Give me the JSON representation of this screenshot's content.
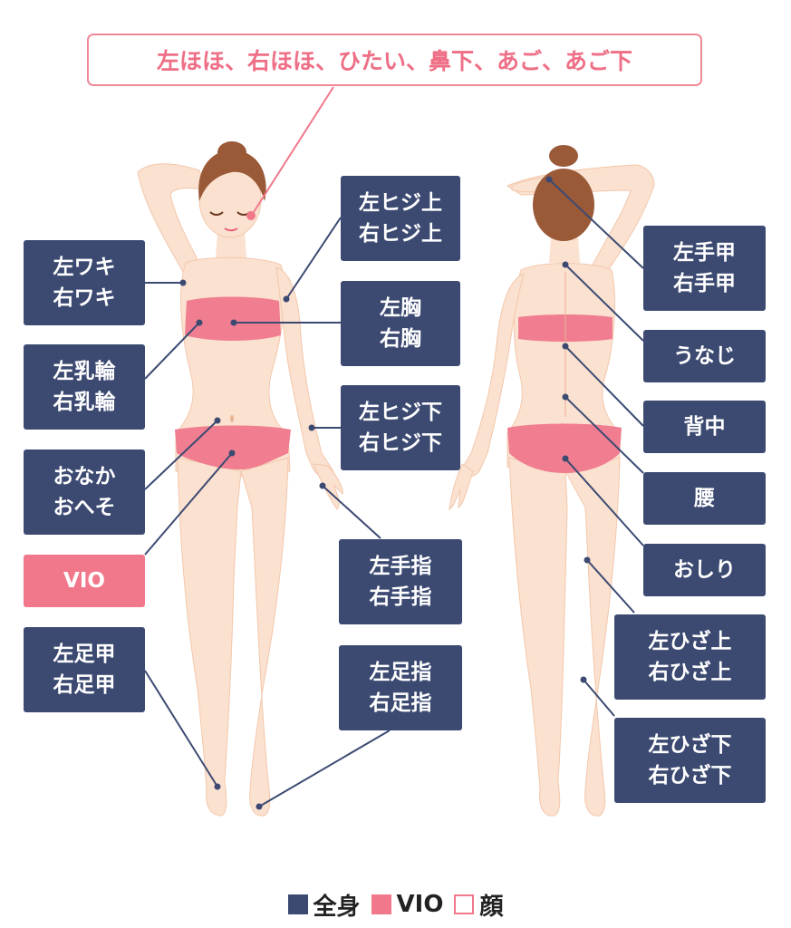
{
  "face_label": "左ほほ、右ほほ、ひたい、鼻下、あご、あご下",
  "labels": {
    "wakii": [
      "左ワキ",
      "右ワキ"
    ],
    "nyurin": [
      "左乳輪",
      "右乳輪"
    ],
    "onaka": [
      "おなか",
      "おへそ"
    ],
    "vio": "VIO",
    "ashi_ko": [
      "左足甲",
      "右足甲"
    ],
    "hiji_ue": [
      "左ヒジ上",
      "右ヒジ上"
    ],
    "mune": [
      "左胸",
      "右胸"
    ],
    "hiji_shita": [
      "左ヒジ下",
      "右ヒジ下"
    ],
    "te_yubi": [
      "左手指",
      "右手指"
    ],
    "ashi_yubi": [
      "左足指",
      "右足指"
    ],
    "te_ko": [
      "左手甲",
      "右手甲"
    ],
    "unaji": "うなじ",
    "senaka": "背中",
    "koshi": "腰",
    "oshiri": "おしり",
    "hiza_ue": [
      "左ひざ上",
      "右ひざ上"
    ],
    "hiza_shita": [
      "左ひざ下",
      "右ひざ下"
    ]
  },
  "legend": [
    {
      "label": "全身",
      "color": "#3c4a72",
      "style": "filled"
    },
    {
      "label": "VIO",
      "color": "#f0788a",
      "style": "filled"
    },
    {
      "label": "顔",
      "color": "#f0788a",
      "style": "outline"
    }
  ],
  "colors": {
    "navy": "#3c4a72",
    "pink": "#f0788a",
    "skin": "#fbe1cf",
    "hair": "#9a5a38",
    "bikini": "#f07e90"
  }
}
